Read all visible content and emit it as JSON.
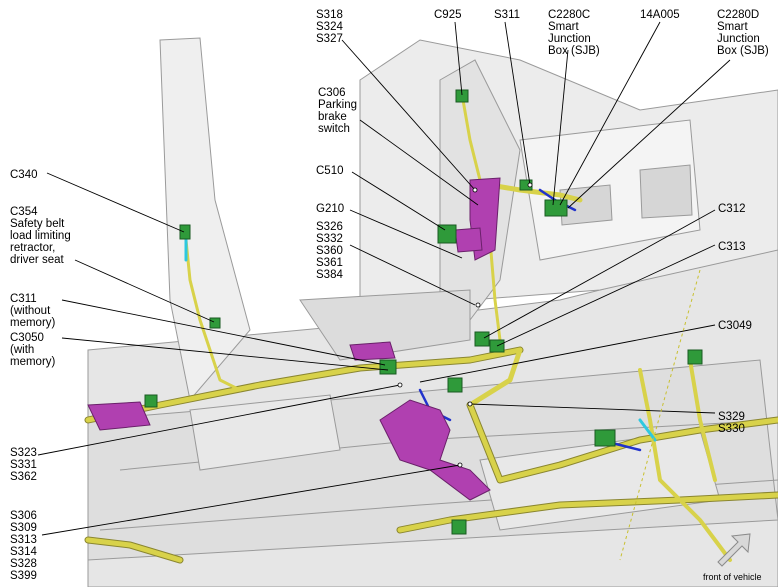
{
  "labels": {
    "s318": [
      "S318",
      "S324",
      "S327"
    ],
    "c925": "C925",
    "s311": "S311",
    "c2280c": [
      "C2280C",
      "Smart",
      "Junction",
      "Box (SJB)"
    ],
    "p14a005": "14A005",
    "c2280d": [
      "C2280D",
      "Smart",
      "Junction",
      "Box (SJB)"
    ],
    "c306": [
      "C306",
      "Parking",
      "brake",
      "switch"
    ],
    "c340": "C340",
    "c510": "C510",
    "c354": [
      "C354",
      "Safety belt",
      "load limiting",
      "retractor,",
      "driver seat"
    ],
    "g210": "G210",
    "s326": [
      "S326",
      "S332",
      "S360",
      "S361",
      "S384"
    ],
    "c312": "C312",
    "c313": "C313",
    "c311": [
      "C311",
      "(without",
      "memory)"
    ],
    "c3050": [
      "C3050",
      "(with",
      "memory)"
    ],
    "c3049": "C3049",
    "s329": [
      "S329",
      "S330"
    ],
    "s323": [
      "S323",
      "S331",
      "S362"
    ],
    "s306": [
      "S306",
      "S309",
      "S313",
      "S314",
      "S328",
      "S399"
    ]
  },
  "orientation_label": "front of vehicle",
  "colors": {
    "harness": "#d8d24a",
    "connector": "#2f9a3a",
    "bracket": "#b040b0",
    "wire_blue": "#2233cc",
    "wire_cyan": "#2ec8e0",
    "body": "#e9e9e9"
  }
}
